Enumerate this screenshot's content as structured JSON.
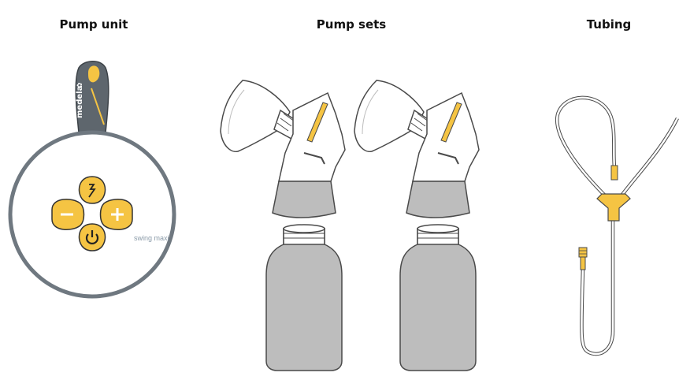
{
  "sections": [
    {
      "title": "Pump unit"
    },
    {
      "title": "Pump sets"
    },
    {
      "title": "Tubing"
    }
  ],
  "pump_unit": {
    "brand": "medela",
    "model_label": "swing maxi",
    "buttons": [
      "expression-mode",
      "minus",
      "plus",
      "power"
    ]
  },
  "colors": {
    "accent_yellow": "#F5C443",
    "accent_yellow_dark": "#E0A81E",
    "ring_gray": "#6F7880",
    "strap_gray": "#5E666D",
    "funnel_gray": "#BDBDBD",
    "line_gray": "#4A4A4A",
    "label_gray": "#8A9AA8"
  }
}
